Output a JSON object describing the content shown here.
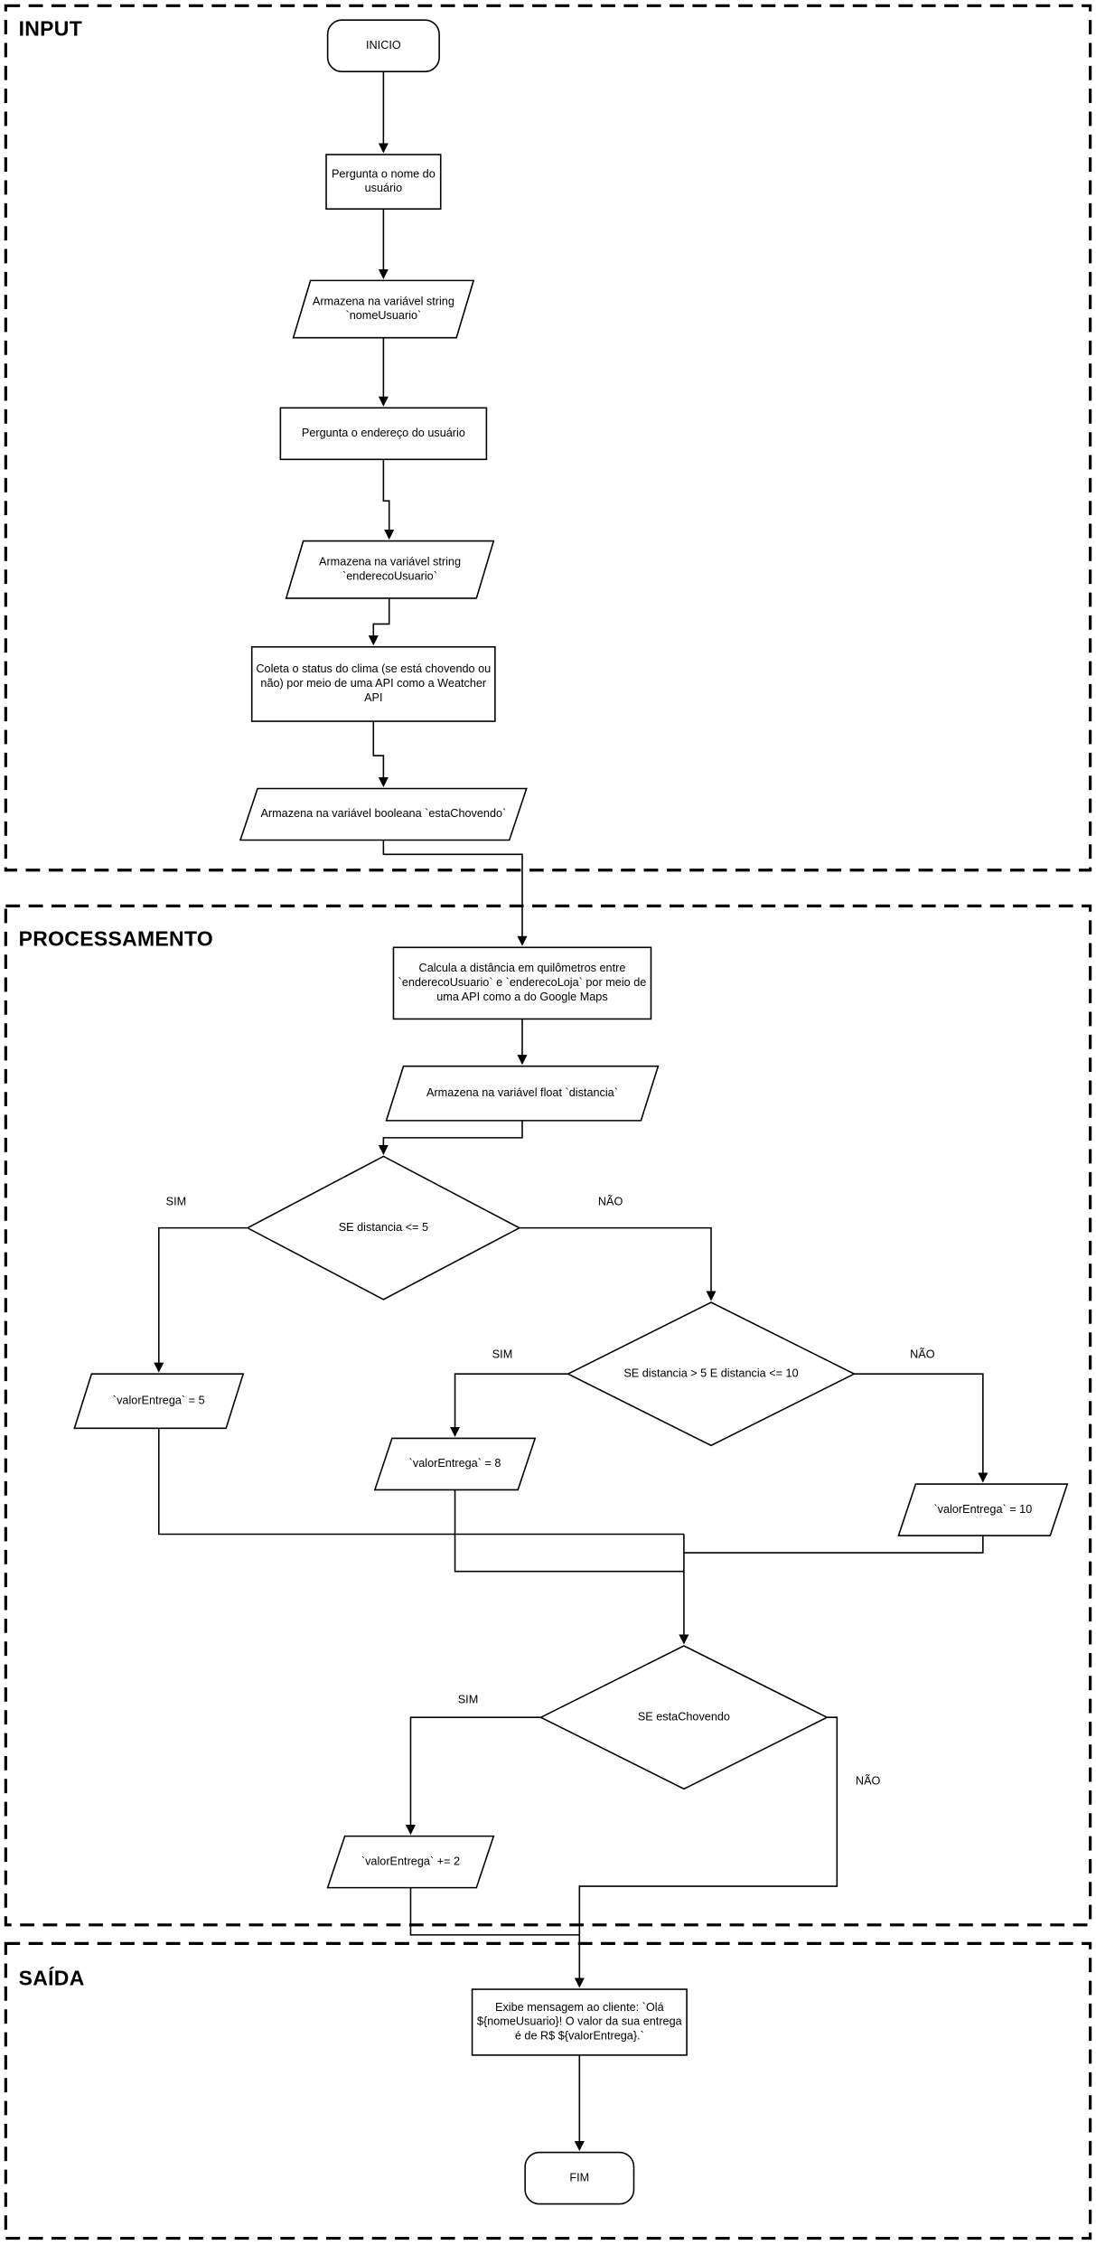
{
  "diagram": {
    "sections": {
      "input": "INPUT",
      "processamento": "PROCESSAMENTO",
      "saida": "SAÍDA"
    },
    "nodes": {
      "inicio": "INICIO",
      "pergunta_nome": "Pergunta o nome do usuário",
      "armazena_nome": "Armazena na variável string `nomeUsuario`",
      "pergunta_endereco": "Pergunta o endereço do usuário",
      "armazena_endereco": "Armazena na variável string `enderecoUsuario`",
      "coleta_clima": "Coleta o status do clima (se está chovendo ou não) por meio de uma API como a Weatcher API",
      "armazena_chovendo": "Armazena na variável booleana `estaChovendo`",
      "calcula_distancia": "Calcula a distância em quilômetros entre `enderecoUsuario` e `enderecoLoja` por meio de uma API como a do Google Maps",
      "armazena_distancia": "Armazena na variável float `distancia`",
      "se_distancia_5": "SE distancia <= 5",
      "valor_5": "`valorEntrega` = 5",
      "se_distancia_10": "SE distancia > 5 E distancia <= 10",
      "valor_8": "`valorEntrega` = 8",
      "valor_10": "`valorEntrega` = 10",
      "se_chovendo": "SE estaChovendo",
      "valor_mais_2": "`valorEntrega` += 2",
      "exibe_mensagem": "Exibe mensagem ao cliente: `Olá ${nomeUsuario}! O valor da sua entrega é de R$ ${valorEntrega}.`",
      "fim": "FIM"
    },
    "edge_labels": {
      "sim": "SIM",
      "nao": "NÃO"
    },
    "colors": {
      "stroke": "#000000",
      "fill": "#ffffff",
      "background": "#ffffff"
    }
  }
}
